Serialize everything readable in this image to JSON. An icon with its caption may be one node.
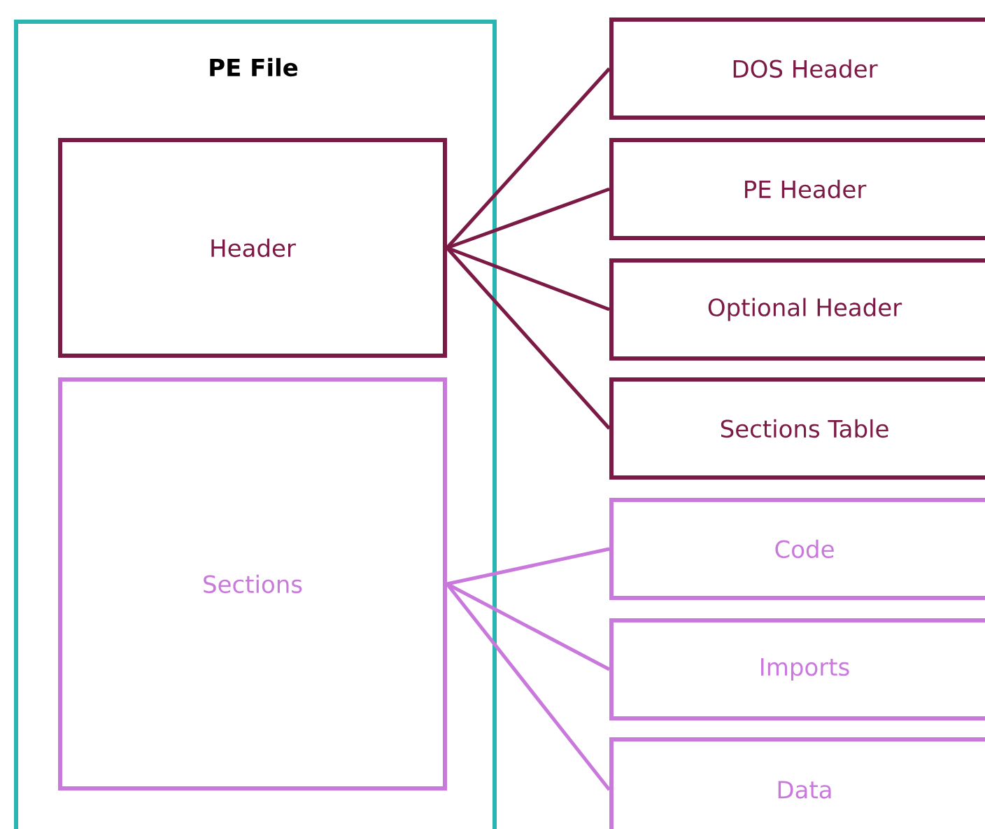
{
  "diagram": {
    "nodes": [
      {
        "text": [
          "PE File"
        ]
      },
      {
        "text": [
          "Header"
        ],
        "in": 0
      },
      {
        "text": [
          "Sections"
        ],
        "in": 0
      },
      {
        "text": [
          "DOS Header"
        ]
      },
      {
        "text": [
          "PE Header"
        ]
      },
      {
        "text": [
          "Optional Header"
        ]
      },
      {
        "text": [
          "Sections Table"
        ]
      },
      {
        "text": [
          "Code"
        ]
      },
      {
        "text": [
          "Imports"
        ]
      },
      {
        "text": [
          "Data"
        ]
      }
    ],
    "edges": [
      {
        "from": 1,
        "to": 3,
        "arrow": "none"
      },
      {
        "from": 1,
        "to": 4,
        "arrow": "none"
      },
      {
        "from": 1,
        "to": 5,
        "arrow": "none"
      },
      {
        "from": 1,
        "to": 6,
        "arrow": "none"
      },
      {
        "from": 2,
        "to": 7,
        "arrow": "none",
        "color": "#c978dc"
      },
      {
        "from": 2,
        "to": 8,
        "arrow": "none",
        "color": "#c978dc"
      },
      {
        "from": 2,
        "to": 9,
        "arrow": "none",
        "color": "#c978dc"
      }
    ]
  }
}
